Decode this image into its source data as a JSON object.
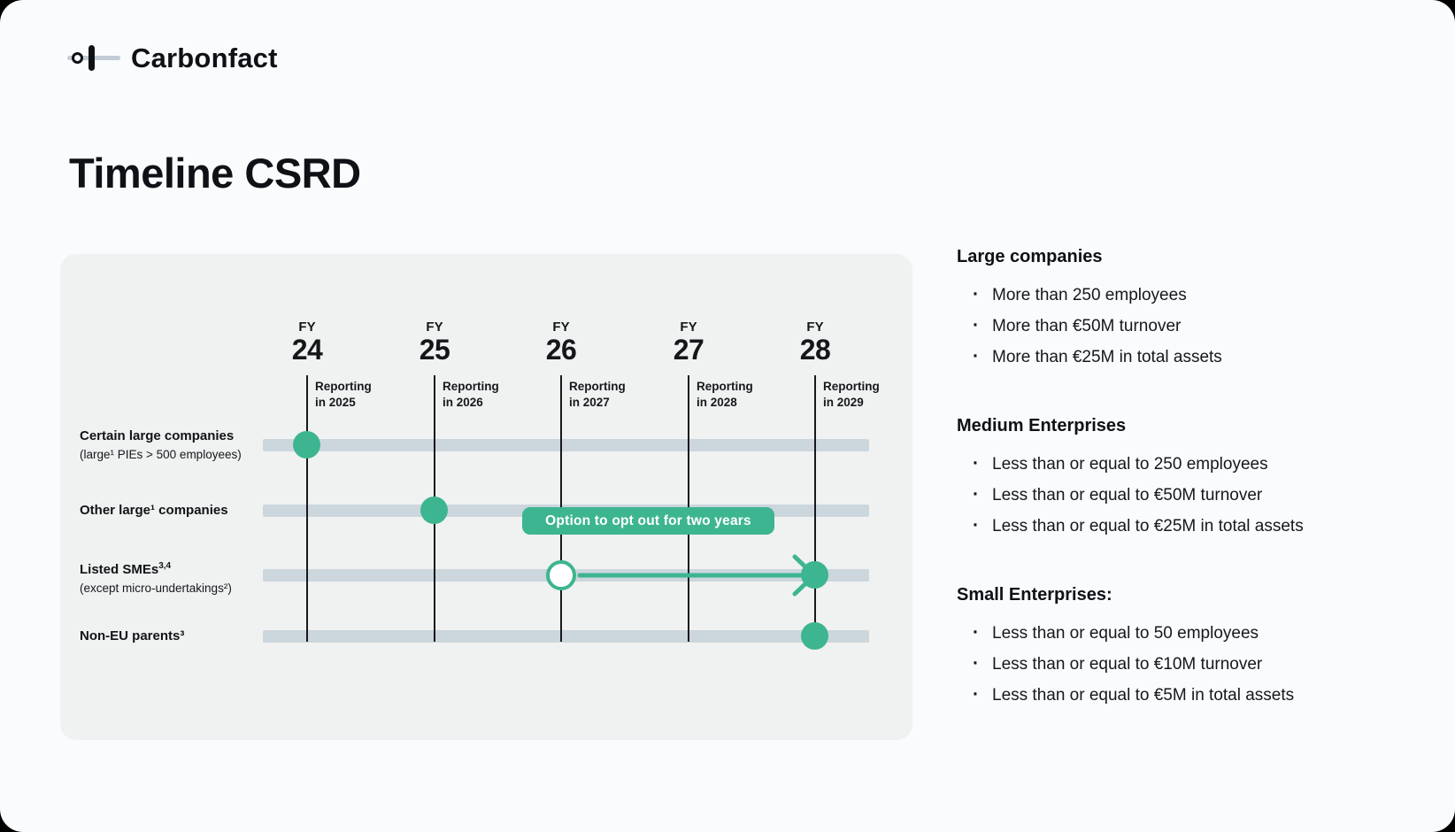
{
  "logo": {
    "brand": "Carbonfact"
  },
  "page_title": "Timeline CSRD",
  "colors": {
    "green": "#3db590",
    "track": "#ccd6dd",
    "panel_bg": "#f0f1f1",
    "card_bg": "#fafbfc"
  },
  "timeline": {
    "columns": [
      {
        "fy": "FY",
        "year": "24",
        "reporting_line1": "Reporting",
        "reporting_line2": "in 2025"
      },
      {
        "fy": "FY",
        "year": "25",
        "reporting_line1": "Reporting",
        "reporting_line2": "in 2026"
      },
      {
        "fy": "FY",
        "year": "26",
        "reporting_line1": "Reporting",
        "reporting_line2": "in 2027"
      },
      {
        "fy": "FY",
        "year": "27",
        "reporting_line1": "Reporting",
        "reporting_line2": "in 2028"
      },
      {
        "fy": "FY",
        "year": "28",
        "reporting_line1": "Reporting",
        "reporting_line2": "in 2029"
      }
    ],
    "rows": [
      {
        "label": "Certain large companies",
        "sup": "",
        "sublabel": "(large¹ PIEs > 500 employees)",
        "start_fy": "FY24"
      },
      {
        "label": "Other large¹ companies",
        "sup": "",
        "sublabel": "",
        "start_fy": "FY25"
      },
      {
        "label": "Listed SMEs",
        "sup": "3,4",
        "sublabel": "(except micro-undertakings²)",
        "start_fy": "FY26",
        "opt_out_until_fy": "FY28"
      },
      {
        "label": "Non-EU parents³",
        "sup": "",
        "sublabel": "",
        "start_fy": "FY28"
      }
    ],
    "badge": "Option to opt out for two years"
  },
  "info": {
    "bullet_char": "·",
    "sections": [
      {
        "heading": "Large companies",
        "bullets": [
          "More than 250 employees",
          "More than €50M turnover",
          "More than €25M in total assets"
        ]
      },
      {
        "heading": "Medium Enterprises",
        "bullets": [
          "Less than or equal to 250 employees",
          "Less than or equal to €50M turnover",
          "Less than or equal to €25M in total assets"
        ]
      },
      {
        "heading": "Small Enterprises:",
        "bullets": [
          "Less than or equal to 50 employees",
          "Less than or equal to €10M turnover",
          "Less than or equal to €5M in total assets"
        ]
      }
    ]
  }
}
